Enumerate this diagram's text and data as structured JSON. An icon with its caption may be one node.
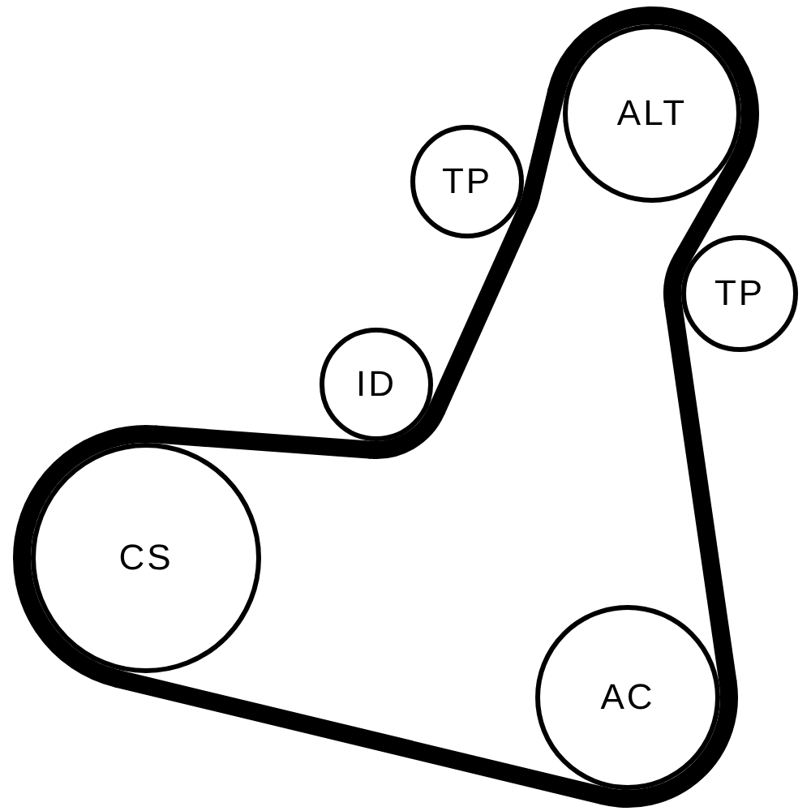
{
  "diagram": {
    "nodes": [
      {
        "text": [
          "ALT"
        ]
      },
      {
        "text": [
          "TP"
        ]
      },
      {
        "text": [
          "TP"
        ]
      },
      {
        "text": [
          "ID"
        ]
      },
      {
        "text": [
          "CS"
        ]
      },
      {
        "text": [
          "AC"
        ]
      }
    ],
    "edges": [
      {
        "from": 0,
        "to": 2,
        "arrow": "none"
      },
      {
        "from": 2,
        "to": 5,
        "arrow": "none"
      },
      {
        "from": 5,
        "to": 4,
        "arrow": "none"
      },
      {
        "from": 4,
        "to": 3,
        "arrow": "none"
      },
      {
        "from": 3,
        "to": 1,
        "arrow": "none"
      },
      {
        "from": 1,
        "to": 0,
        "arrow": "none"
      }
    ]
  }
}
